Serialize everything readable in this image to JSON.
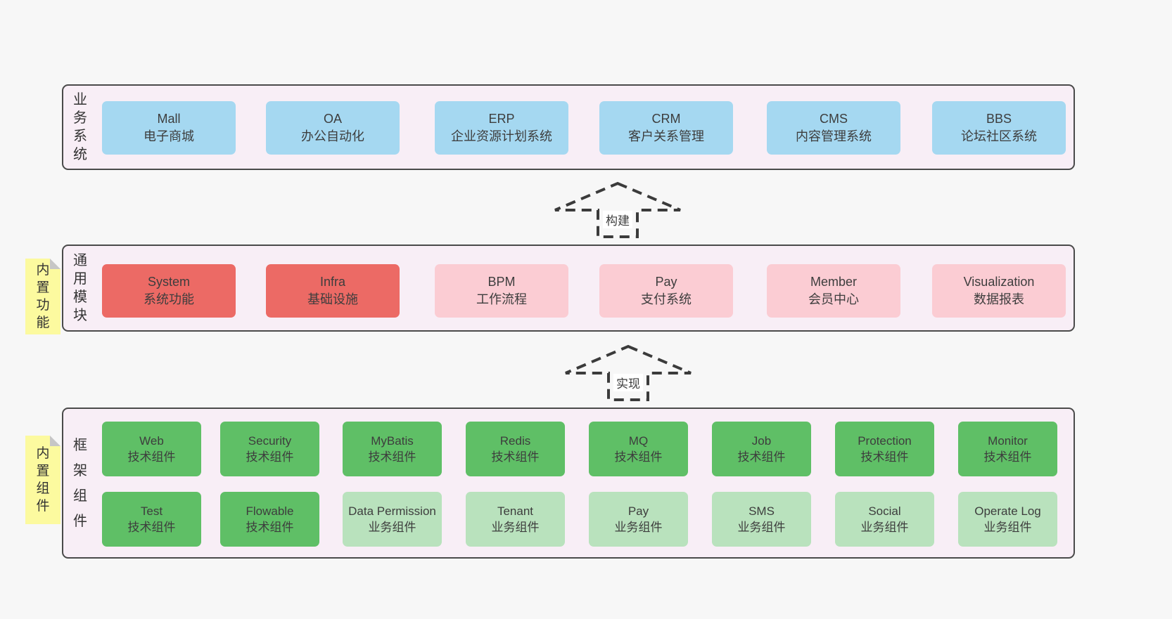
{
  "colors": {
    "page_bg": "#f7f7f7",
    "container_bg": "#f8eef6",
    "container_border": "#4a4a4a",
    "blue_box": "#a5d8f1",
    "red_box": "#ec6a65",
    "pink_box": "#fbccd3",
    "green_box": "#5fbf66",
    "light_green_box": "#b9e2bd",
    "sticky_note": "#fcfa9f"
  },
  "arrows": [
    {
      "label": "构建"
    },
    {
      "label": "实现"
    }
  ],
  "sections": {
    "business": {
      "label": "业\n务\n系\n统",
      "boxes": [
        {
          "en": "Mall",
          "zh": "电子商城"
        },
        {
          "en": "OA",
          "zh": "办公自动化"
        },
        {
          "en": "ERP",
          "zh": "企业资源计划系统"
        },
        {
          "en": "CRM",
          "zh": "客户关系管理"
        },
        {
          "en": "CMS",
          "zh": "内容管理系统"
        },
        {
          "en": "BBS",
          "zh": "论坛社区系统"
        }
      ]
    },
    "modules": {
      "label": "通\n用\n模\n块",
      "note": "内\n置\n功\n能",
      "boxes": [
        {
          "en": "System",
          "zh": "系统功能"
        },
        {
          "en": "Infra",
          "zh": "基础设施"
        },
        {
          "en": "BPM",
          "zh": "工作流程"
        },
        {
          "en": "Pay",
          "zh": "支付系统"
        },
        {
          "en": "Member",
          "zh": "会员中心"
        },
        {
          "en": "Visualization",
          "zh": "数据报表"
        }
      ]
    },
    "components": {
      "label": "框\n架\n组\n件",
      "note": "内\n置\n组\n件",
      "row1": [
        {
          "en": "Web",
          "zh": "技术组件"
        },
        {
          "en": "Security",
          "zh": "技术组件"
        },
        {
          "en": "MyBatis",
          "zh": "技术组件"
        },
        {
          "en": "Redis",
          "zh": "技术组件"
        },
        {
          "en": "MQ",
          "zh": "技术组件"
        },
        {
          "en": "Job",
          "zh": "技术组件"
        },
        {
          "en": "Protection",
          "zh": "技术组件"
        },
        {
          "en": "Monitor",
          "zh": "技术组件"
        }
      ],
      "row2": [
        {
          "en": "Test",
          "zh": "技术组件"
        },
        {
          "en": "Flowable",
          "zh": "技术组件"
        },
        {
          "en": "Data Permission",
          "zh": "业务组件"
        },
        {
          "en": "Tenant",
          "zh": "业务组件"
        },
        {
          "en": "Pay",
          "zh": "业务组件"
        },
        {
          "en": "SMS",
          "zh": "业务组件"
        },
        {
          "en": "Social",
          "zh": "业务组件"
        },
        {
          "en": "Operate Log",
          "zh": "业务组件"
        }
      ]
    }
  }
}
